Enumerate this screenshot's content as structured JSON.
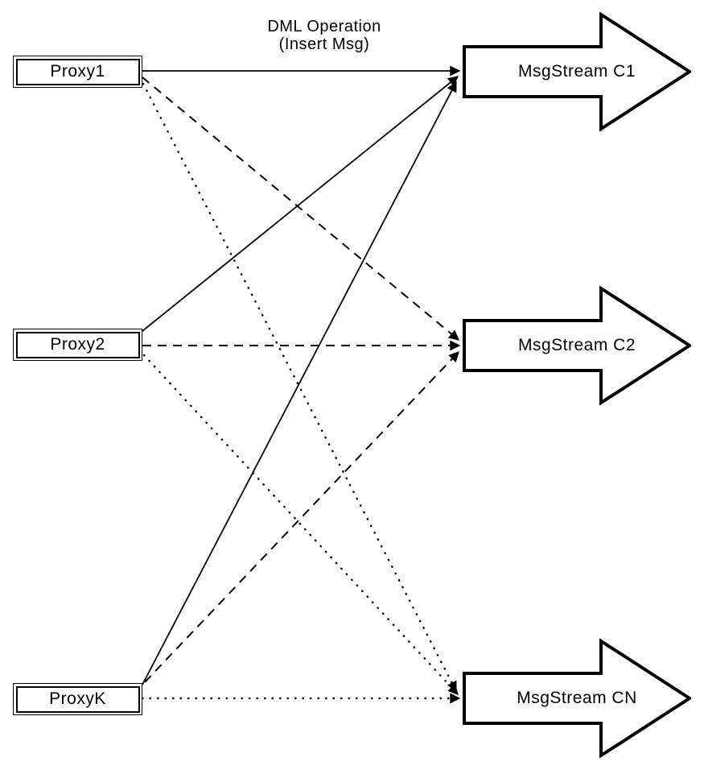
{
  "diagram": {
    "annotation": {
      "line1": "DML Operation",
      "line2": "(Insert Msg)"
    },
    "proxies": [
      {
        "id": "proxy1",
        "label": "Proxy1"
      },
      {
        "id": "proxy2",
        "label": "Proxy2"
      },
      {
        "id": "proxyk",
        "label": "ProxyK"
      }
    ],
    "streams": [
      {
        "id": "c1",
        "label": "MsgStream C1"
      },
      {
        "id": "c2",
        "label": "MsgStream C2"
      },
      {
        "id": "cn",
        "label": "MsgStream CN"
      }
    ],
    "edges": [
      {
        "from": "Proxy1",
        "to": "MsgStream C1",
        "style": "solid"
      },
      {
        "from": "Proxy2",
        "to": "MsgStream C1",
        "style": "solid"
      },
      {
        "from": "ProxyK",
        "to": "MsgStream C1",
        "style": "solid"
      },
      {
        "from": "Proxy1",
        "to": "MsgStream C2",
        "style": "dashed"
      },
      {
        "from": "Proxy2",
        "to": "MsgStream C2",
        "style": "dashed"
      },
      {
        "from": "ProxyK",
        "to": "MsgStream C2",
        "style": "dashed"
      },
      {
        "from": "Proxy1",
        "to": "MsgStream CN",
        "style": "dotted"
      },
      {
        "from": "Proxy2",
        "to": "MsgStream CN",
        "style": "dotted"
      },
      {
        "from": "ProxyK",
        "to": "MsgStream CN",
        "style": "dotted"
      }
    ],
    "colors": {
      "stroke": "#000000",
      "background": "#ffffff"
    }
  }
}
